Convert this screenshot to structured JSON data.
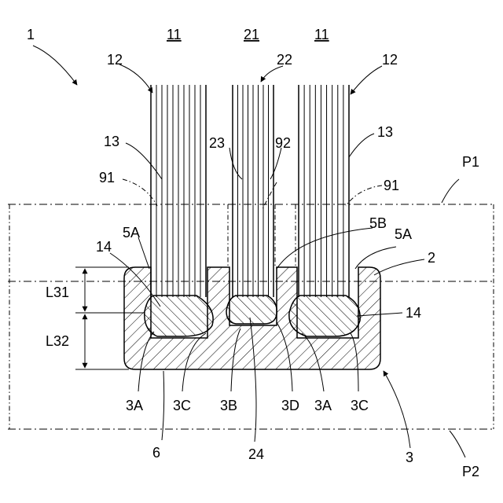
{
  "figure": {
    "labels": {
      "assembly": "1",
      "group_left": "11",
      "group_center": "21",
      "group_right": "11",
      "bundle_left": "12",
      "bundle_center": "22",
      "bundle_right": "12",
      "wire_left": "13",
      "wire_center": "23",
      "wire_right": "13",
      "boundary_left": "91",
      "boundary_center": "92",
      "boundary_right": "91",
      "plane_top": "P1",
      "plane_bottom": "P2",
      "corner_left": "5A",
      "corner_center": "5B",
      "corner_right": "5A",
      "housing": "2",
      "conductor_left": "14",
      "conductor_right": "14",
      "dim_upper": "L31",
      "dim_lower": "L32",
      "part_3a_left": "3A",
      "part_3c_left": "3C",
      "part_3b": "3B",
      "part_3d": "3D",
      "part_3a_right": "3A",
      "part_3c_right": "3C",
      "part_6": "6",
      "part_24": "24",
      "part_3": "3"
    }
  }
}
